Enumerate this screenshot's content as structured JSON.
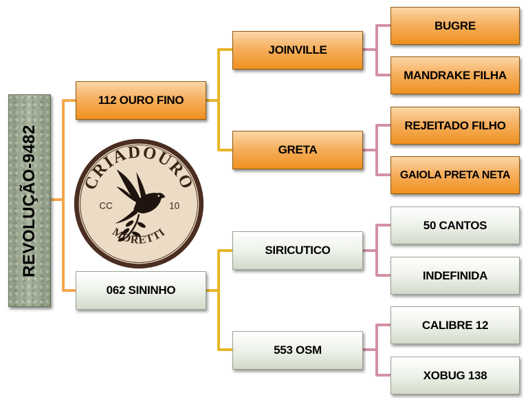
{
  "colors": {
    "line_orange": "#f4a64a",
    "line_yellow": "#e8b52a",
    "line_pink": "#d391a5",
    "seal_ring": "#4b2e22",
    "seal_fill": "#ecdcc5"
  },
  "root": {
    "label": "REVOLUÇÃO-9482"
  },
  "parents": {
    "father": {
      "label": "112 OURO FINO"
    },
    "mother": {
      "label": "062 SININHO"
    }
  },
  "grandparents": {
    "gp1": {
      "label": "JOINVILLE"
    },
    "gp2": {
      "label": "GRETA"
    },
    "gp3": {
      "label": "SIRICUTICO"
    },
    "gp4": {
      "label": "553 OSM"
    }
  },
  "great_grandparents": {
    "ggp1": {
      "label": "BUGRE"
    },
    "ggp2": {
      "label": "MANDRAKE FILHA"
    },
    "ggp3": {
      "label": "REJEITADO FILHO"
    },
    "ggp4": {
      "label": "GAIOLA PRETA NETA"
    },
    "ggp5": {
      "label": "50 CANTOS"
    },
    "ggp6": {
      "label": "INDEFINIDA"
    },
    "ggp7": {
      "label": "CALIBRE 12"
    },
    "ggp8": {
      "label": "XOBUG 138"
    }
  },
  "seal": {
    "top_text": "CRIADOURO",
    "bottom_text": "MORETTI",
    "left_text": "CC",
    "right_text": "10",
    "icon": "bird-olive-branch-icon"
  }
}
